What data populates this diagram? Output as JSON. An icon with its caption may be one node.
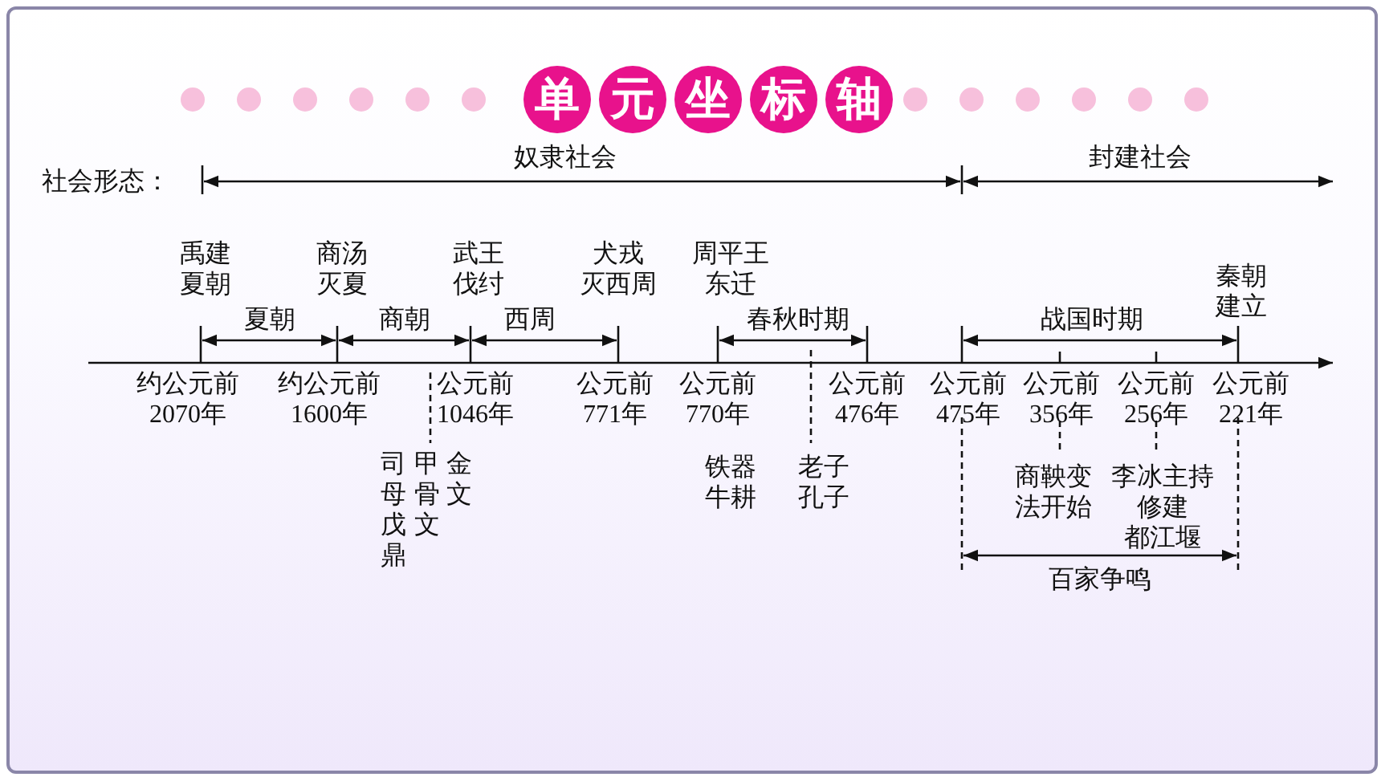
{
  "diagram": {
    "title": "单元坐标轴",
    "labels": [
      "社会形态：",
      "奴隶社会",
      "封建社会",
      "禹建夏朝",
      "商汤灭夏",
      "武王伐纣",
      "犬戎灭西周",
      "周平王东迁",
      "秦朝建立",
      "夏朝",
      "商朝",
      "西周",
      "春秋时期",
      "战国时期",
      "约公元前2070年",
      "约公元前1600年",
      "公元前1046年",
      "公元前771年",
      "公元前770年",
      "公元前476年",
      "公元前475年",
      "公元前356年",
      "公元前256年",
      "公元前221年",
      "司母戊鼎",
      "甲骨文",
      "金文",
      "铁器牛耕",
      "老子孔子",
      "商鞅变法开始",
      "李冰主持修建都江堰",
      "百家争鸣"
    ]
  }
}
